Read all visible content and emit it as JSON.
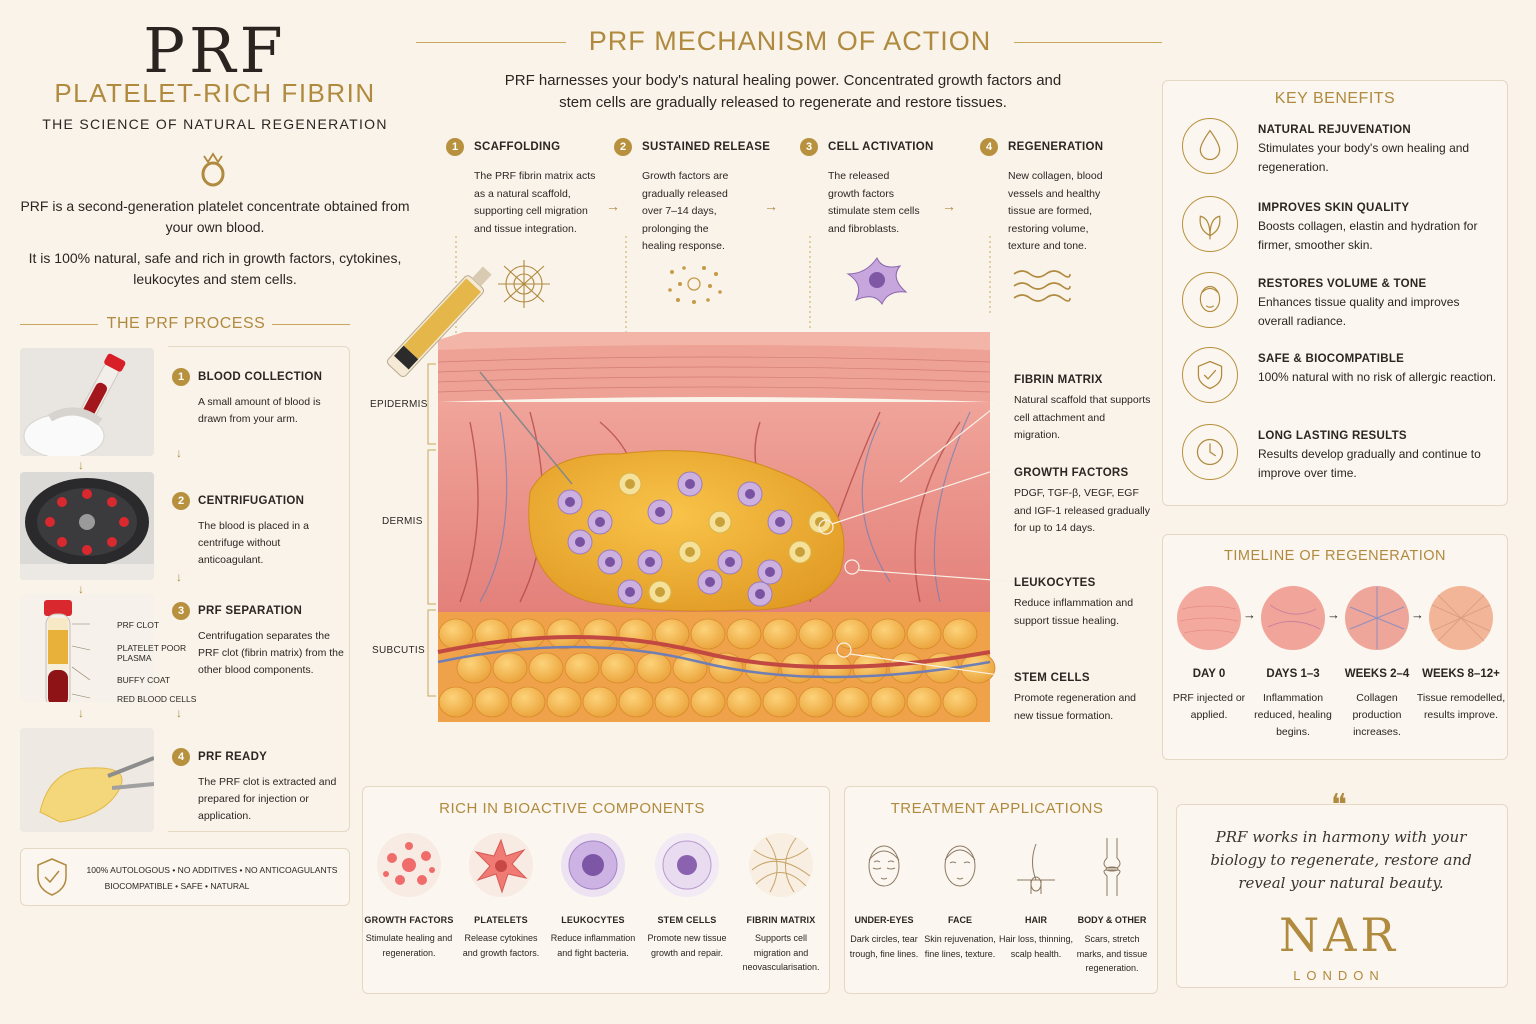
{
  "brand": {
    "title": "PRF",
    "subtitle": "PLATELET-RICH FIBRIN",
    "tagline": "THE SCIENCE OF NATURAL REGENERATION",
    "intro_1": "PRF is a second-generation platelet concentrate obtained from your own blood.",
    "intro_2": "It is 100% natural, safe and rich in growth factors, cytokines, leukocytes and stem cells."
  },
  "process": {
    "title": "THE PRF PROCESS",
    "steps": [
      {
        "num": "1",
        "title": "BLOOD COLLECTION",
        "body": "A small amount of blood is drawn from your arm."
      },
      {
        "num": "2",
        "title": "CENTRIFUGATION",
        "body": "The blood is placed in a centrifuge without anticoagulant."
      },
      {
        "num": "3",
        "title": "PRF SEPARATION",
        "body": "Centrifugation separates the PRF clot (fibrin matrix) from the other blood components."
      },
      {
        "num": "4",
        "title": "PRF READY",
        "body": "The PRF clot is extracted and prepared for injection or application."
      }
    ],
    "tube_labels": [
      "PRF CLOT",
      "PLATELET POOR PLASMA",
      "BUFFY COAT",
      "RED BLOOD CELLS"
    ],
    "badge_line1": "100% AUTOLOGOUS • NO ADDITIVES • NO ANTICOAGULANTS",
    "badge_line2": "BIOCOMPATIBLE • SAFE • NATURAL"
  },
  "mechanism": {
    "title": "PRF MECHANISM OF ACTION",
    "intro": "PRF harnesses your body's natural healing power. Concentrated growth factors and stem cells are gradually released to regenerate and restore tissues.",
    "steps": [
      {
        "num": "1",
        "title": "SCAFFOLDING",
        "body": "The PRF fibrin matrix acts as a natural scaffold, supporting cell migration and tissue integration."
      },
      {
        "num": "2",
        "title": "SUSTAINED RELEASE",
        "body": "Growth factors are gradually released over 7–14 days, prolonging the healing response."
      },
      {
        "num": "3",
        "title": "CELL ACTIVATION",
        "body": "The released growth factors stimulate stem cells and fibroblasts."
      },
      {
        "num": "4",
        "title": "REGENERATION",
        "body": "New collagen, blood vessels and healthy tissue are formed, restoring volume, texture and tone."
      }
    ],
    "layers": [
      "EPIDERMIS",
      "DERMIS",
      "SUBCUTIS"
    ],
    "callouts": [
      {
        "title": "FIBRIN MATRIX",
        "body": "Natural scaffold that supports cell attachment and migration."
      },
      {
        "title": "GROWTH FACTORS",
        "body": "PDGF, TGF-β, VEGF, EGF and IGF-1 released gradually for up to 14 days."
      },
      {
        "title": "LEUKOCYTES",
        "body": "Reduce inflammation and support tissue healing."
      },
      {
        "title": "STEM CELLS",
        "body": "Promote regeneration and new tissue formation."
      }
    ]
  },
  "benefits": {
    "title": "KEY BENEFITS",
    "items": [
      {
        "icon": "droplet-icon",
        "title": "NATURAL REJUVENATION",
        "body": "Stimulates your body's own healing and regeneration."
      },
      {
        "icon": "leaf-icon",
        "title": "IMPROVES SKIN QUALITY",
        "body": "Boosts collagen, elastin and hydration for firmer, smoother skin."
      },
      {
        "icon": "face-icon",
        "title": "RESTORES VOLUME & TONE",
        "body": "Enhances tissue quality and improves overall radiance."
      },
      {
        "icon": "shield-icon",
        "title": "SAFE & BIOCOMPATIBLE",
        "body": "100% natural with no risk of allergic reaction."
      },
      {
        "icon": "clock-icon",
        "title": "LONG LASTING RESULTS",
        "body": "Results develop gradually and continue to improve over time."
      }
    ]
  },
  "timeline": {
    "title": "TIMELINE OF REGENERATION",
    "stages": [
      {
        "label": "DAY 0",
        "body": "PRF injected or applied."
      },
      {
        "label": "DAYS 1–3",
        "body": "Inflammation reduced, healing begins."
      },
      {
        "label": "WEEKS 2–4",
        "body": "Collagen production increases."
      },
      {
        "label": "WEEKS 8–12+",
        "body": "Tissue remodelled, results improve."
      }
    ]
  },
  "components": {
    "title": "RICH IN BIOACTIVE COMPONENTS",
    "items": [
      {
        "label": "GROWTH FACTORS",
        "body": "Stimulate healing and regeneration."
      },
      {
        "label": "PLATELETS",
        "body": "Release cytokines and growth factors."
      },
      {
        "label": "LEUKOCYTES",
        "body": "Reduce inflammation and fight bacteria."
      },
      {
        "label": "STEM CELLS",
        "body": "Promote new tissue growth and repair."
      },
      {
        "label": "FIBRIN MATRIX",
        "body": "Supports cell migration and neovascularisation."
      }
    ]
  },
  "applications": {
    "title": "TREATMENT APPLICATIONS",
    "items": [
      {
        "label": "UNDER-EYES",
        "body": "Dark circles, tear trough, fine lines."
      },
      {
        "label": "FACE",
        "body": "Skin rejuvenation, fine lines, texture."
      },
      {
        "label": "HAIR",
        "body": "Hair loss, thinning, scalp health."
      },
      {
        "label": "BODY & OTHER",
        "body": "Scars, stretch marks, and tissue regeneration."
      }
    ]
  },
  "quote": {
    "mark": "❝",
    "text": "PRF works in harmony with your biology to regenerate, restore and reveal your natural beauty.",
    "logo": "NAR",
    "logo_sub": "LONDON"
  },
  "colors": {
    "gold": "#b08a3e",
    "cream": "#f9f3ea",
    "skin": "#e8908a",
    "fat": "#f2b44a",
    "cell": "#9a78b8"
  }
}
